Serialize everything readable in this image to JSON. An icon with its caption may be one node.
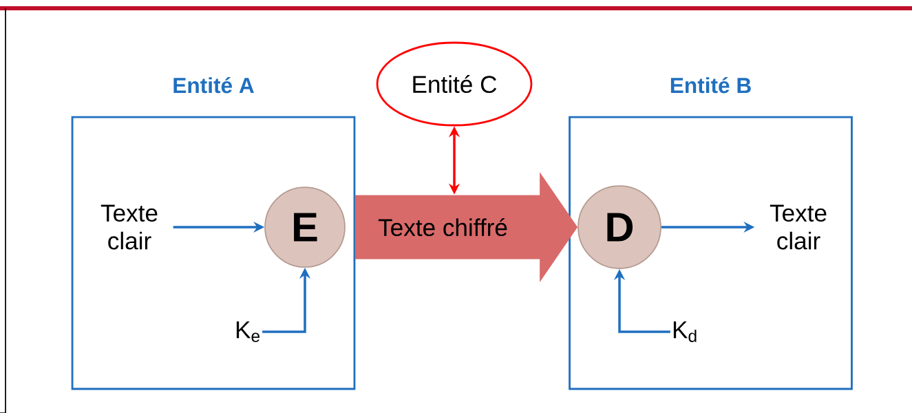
{
  "diagram": {
    "nodes": [
      {
        "text": [
          "Entité A"
        ]
      },
      {
        "text": [
          "Texte clair"
        ],
        "in": 0
      },
      {
        "text": [
          "E"
        ],
        "in": 0
      },
      {
        "text": [
          "K$_{e}$"
        ],
        "in": 0
      },
      {
        "text": [
          "Entité C"
        ]
      },
      {
        "text": [
          "Entité B"
        ]
      },
      {
        "text": [
          "D"
        ],
        "in": 5
      },
      {
        "text": [
          "Texte clair"
        ],
        "in": 5
      },
      {
        "text": [
          "K$_{d}$"
        ],
        "in": 5
      }
    ],
    "edges": [
      {
        "from": 1,
        "to": 2,
        "arrow": "to"
      },
      {
        "from": 3,
        "to": 2,
        "arrow": "to"
      },
      {
        "from": 4,
        "to": null,
        "arrow": "both",
        "color": "#ff0000"
      },
      {
        "from": 2,
        "to": 6,
        "arrow": "to",
        "label": "Texte chiffré",
        "style": "thick",
        "color": "#d96a6a"
      },
      {
        "from": 6,
        "to": 7,
        "arrow": "to"
      },
      {
        "from": 8,
        "to": 6,
        "arrow": "to"
      }
    ]
  }
}
